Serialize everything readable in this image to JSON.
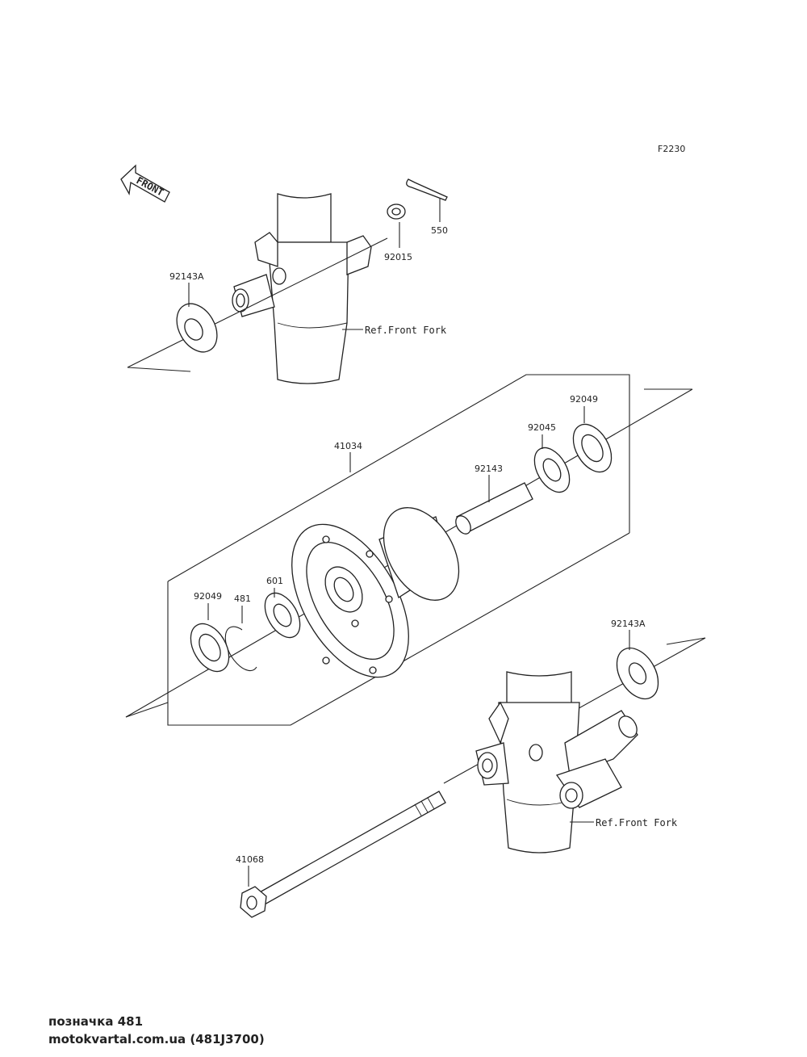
{
  "diagram": {
    "code": "F2230",
    "front_label": "FRONT",
    "labels": {
      "p550": "550",
      "p92015": "92015",
      "p92143A_top": "92143A",
      "ref_front_fork_top": "Ref.Front Fork",
      "p41034": "41034",
      "p92049_right": "92049",
      "p92045": "92045",
      "p92143": "92143",
      "p601": "601",
      "p481": "481",
      "p92049_left": "92049",
      "p92143A_bottom": "92143A",
      "ref_front_fork_bottom": "Ref.Front Fork",
      "p41068": "41068"
    }
  },
  "footer": {
    "line1": "позначка 481",
    "line2": "motokvartal.com.ua (481J3700)"
  }
}
